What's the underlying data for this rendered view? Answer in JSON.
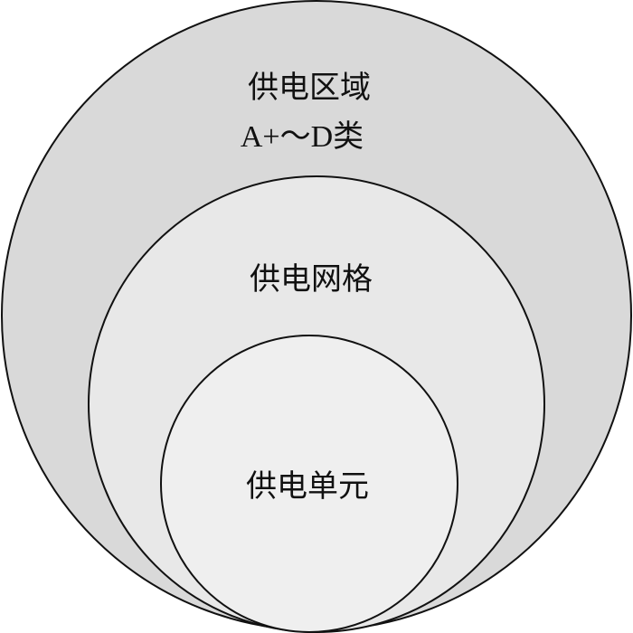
{
  "diagram": {
    "outer": {
      "title": "供电区域",
      "subtitle": "A+～D类",
      "fill": "#d9d9d9"
    },
    "middle": {
      "title": "供电网格",
      "fill": "#e8e8e8"
    },
    "inner": {
      "title": "供电单元",
      "fill": "#efefef"
    },
    "stroke": "#111111"
  }
}
